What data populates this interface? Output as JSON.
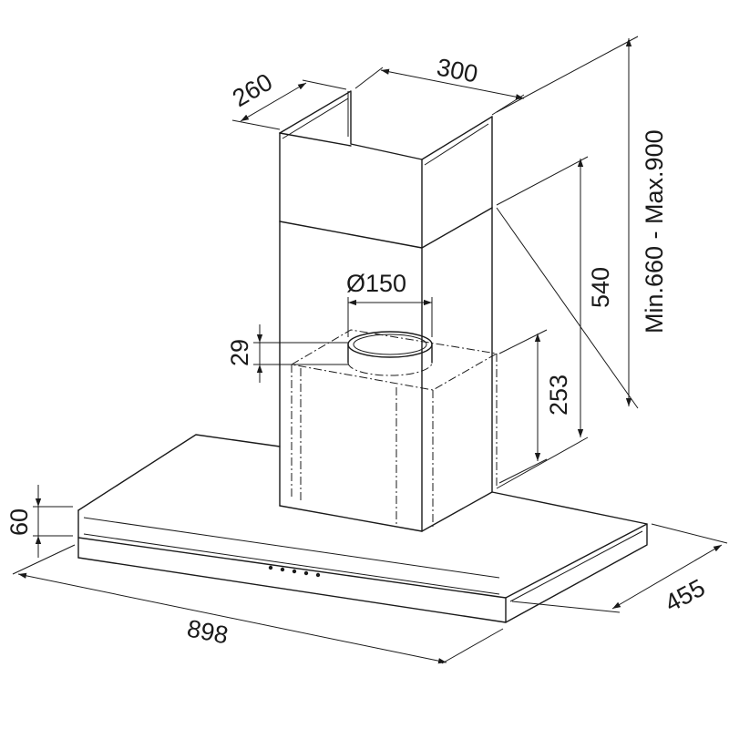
{
  "dimensions": {
    "chimney_depth": "260",
    "chimney_width": "300",
    "chimney_height_range": "Min.660 - Max.900",
    "upper_chimney_height": "540",
    "motor_housing_height": "253",
    "outlet_diameter": "Ø150",
    "outlet_collar_height": "29",
    "canopy_height": "60",
    "canopy_width": "898",
    "canopy_depth": "455"
  },
  "controls": {
    "button_count": 5
  }
}
